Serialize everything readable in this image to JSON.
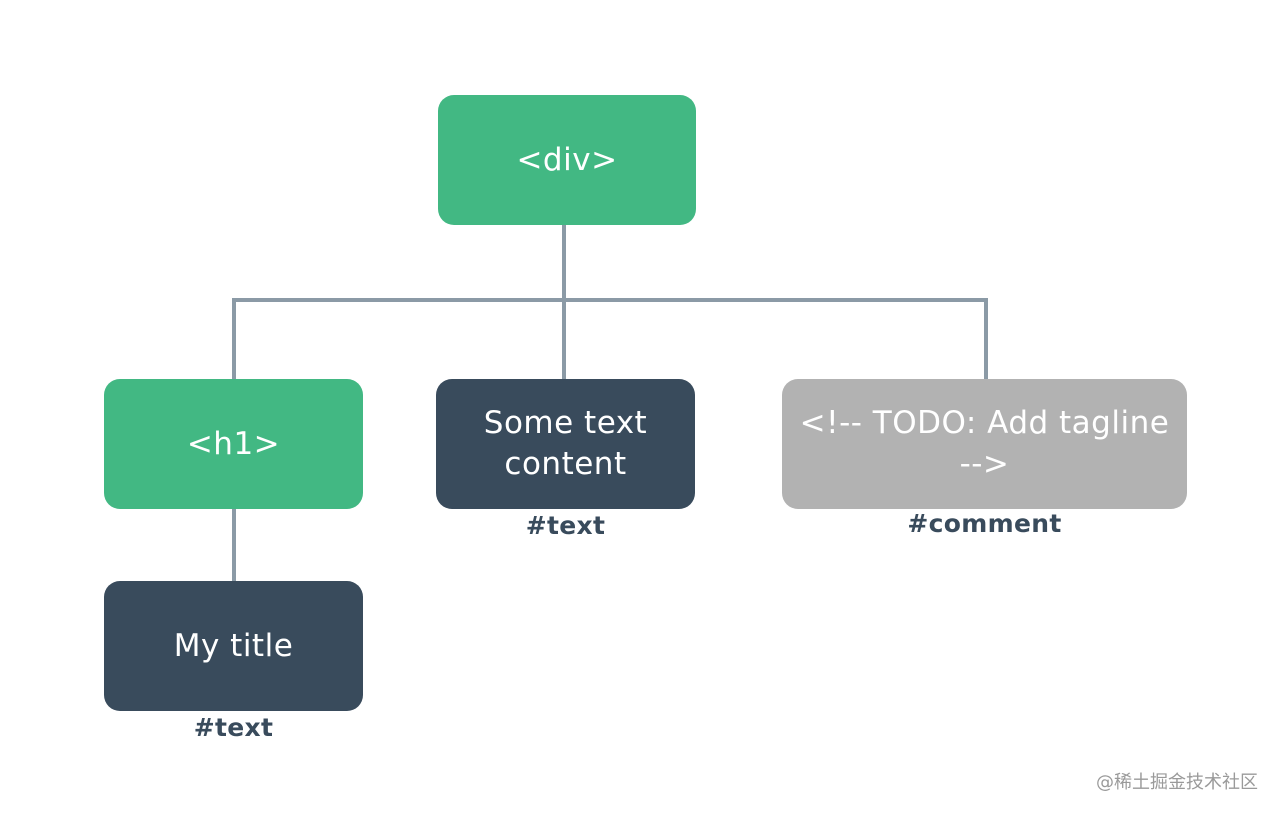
{
  "nodes": {
    "div": {
      "label": "<div>",
      "color": "#42b883"
    },
    "h1": {
      "label": "<h1>",
      "color": "#42b883"
    },
    "text_content": {
      "label": "Some text content",
      "type": "#text",
      "color": "#394b5c"
    },
    "comment": {
      "label": "<!-- TODO: Add tagline  -->",
      "type": "#comment",
      "color": "#b2b2b2"
    },
    "title": {
      "label": "My title",
      "type": "#text",
      "color": "#394b5c"
    }
  },
  "connector_color": "#8b9aa6",
  "watermark": "@稀土掘金技术社区"
}
